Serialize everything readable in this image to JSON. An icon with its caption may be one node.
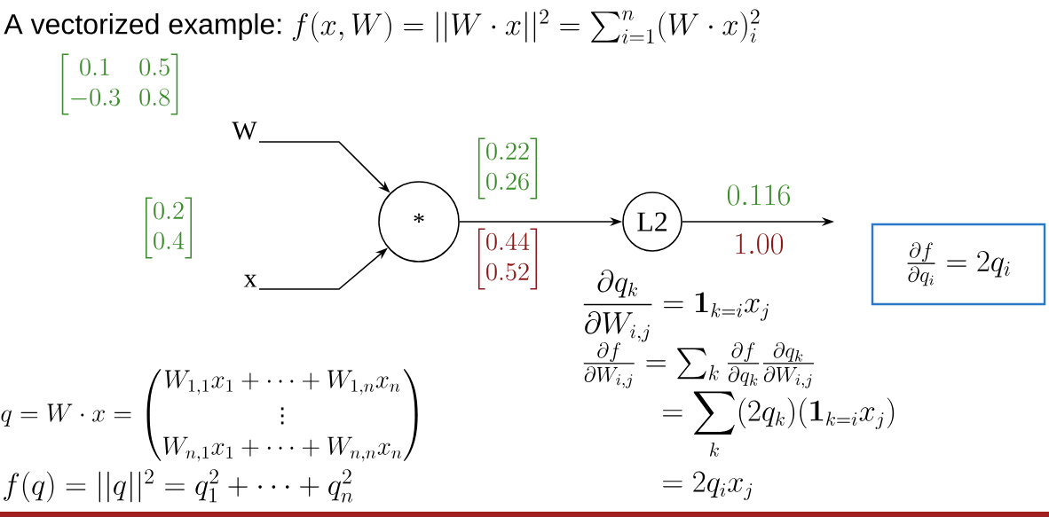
{
  "diagram": {
    "title": "A vectorized example:",
    "nodes": [
      {
        "text": [
          "W"
        ]
      },
      {
        "text": [
          "x"
        ]
      },
      {
        "text": [
          "*"
        ]
      },
      {
        "text": [
          "L2"
        ]
      },
      {
        "text": [
          "\\frac{\\partial f}{\\partial q_i} = 2q_i"
        ]
      }
    ],
    "edges": [
      {
        "from": 0,
        "to": 2,
        "arrow": "to"
      },
      {
        "from": 1,
        "to": 2,
        "arrow": "to"
      },
      {
        "from": 2,
        "to": 3,
        "arrow": "to"
      },
      {
        "from": 3,
        "to": null,
        "arrow": "to"
      }
    ],
    "labels": [
      "f(x, W) = ||W \\cdot x||^2 = \\sum_{i=1}^n (W \\cdot x)_i^2",
      "\\begin{bmatrix} 0.1 & 0.5 \\\\ -0.3 & 0.8 \\end{bmatrix}",
      "\\begin{bmatrix} 0.2 \\\\ 0.4 \\end{bmatrix}",
      "\\begin{bmatrix} 0.22 \\\\ 0.26 \\end{bmatrix}",
      "\\begin{bmatrix} 0.44 \\\\ 0.52 \\end{bmatrix}",
      "0.116",
      "1.00",
      "\\frac{\\partial q_k}{\\partial W_{i,j}} = \\mathbf{1}_{k=i} x_j",
      "\\tfrac{\\partial f}{\\partial W_{i,j}} = \\sum_k \\tfrac{\\partial f}{\\partial q_k} \\tfrac{\\partial q_k}{\\partial W_{i,j}}",
      "= \\sum_k (2q_k)(\\mathbf{1}_{k=i} x_j)",
      "= 2q_i x_j",
      "q = W \\cdot x = \\begin{pmatrix} W_{1,1}x_1 + \\cdots + W_{1,n}x_n \\\\ \\vdots \\\\ W_{n,1}x_1 + \\cdots + W_{n,n}x_n \\end{pmatrix}",
      "f(q) = ||q||^2 = q_1^2 + \\cdots + q_n^2"
    ]
  }
}
